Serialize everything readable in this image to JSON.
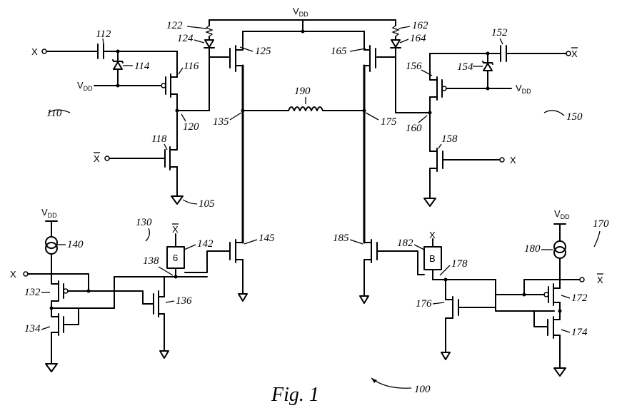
{
  "figure": {
    "caption": "Fig. 1",
    "ref_100": "100"
  },
  "signals": {
    "vdd": "V",
    "vdd_sub": "DD",
    "x": "X",
    "xbar": "X",
    "box_left": "6",
    "box_right": "B"
  },
  "refs": {
    "r105": "105",
    "r110": "110",
    "r112": "112",
    "r114": "114",
    "r116": "116",
    "r118": "118",
    "r120": "120",
    "r122": "122",
    "r124": "124",
    "r125": "125",
    "r130": "130",
    "r132": "132",
    "r134": "134",
    "r135": "135",
    "r136": "136",
    "r138": "138",
    "r140": "140",
    "r142": "142",
    "r145": "145",
    "r150": "150",
    "r152": "152",
    "r154": "154",
    "r156": "156",
    "r158": "158",
    "r160": "160",
    "r162": "162",
    "r164": "164",
    "r165": "165",
    "r170": "170",
    "r172": "172",
    "r174": "174",
    "r175": "175",
    "r176": "176",
    "r178": "178",
    "r180": "180",
    "r182": "182",
    "r185": "185",
    "r190": "190"
  }
}
